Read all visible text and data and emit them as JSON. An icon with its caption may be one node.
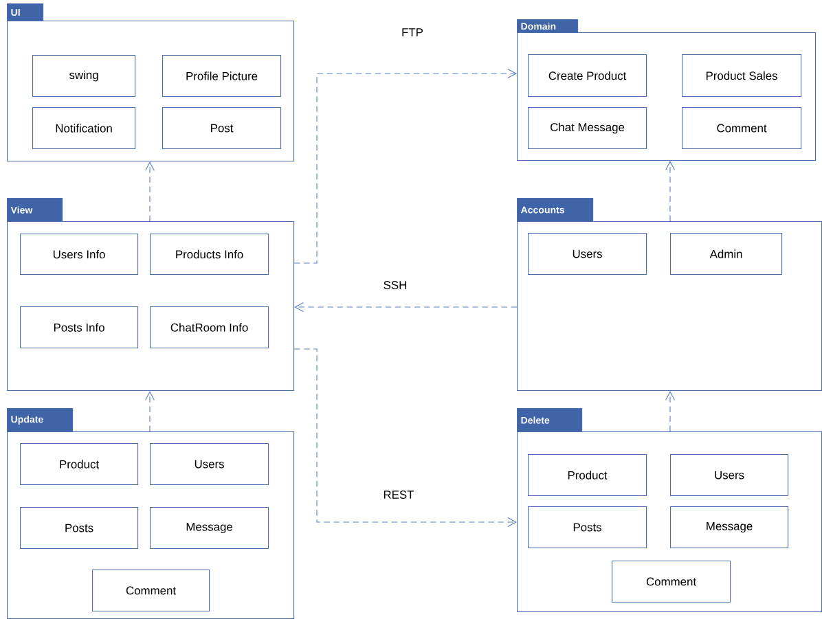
{
  "diagram": {
    "nodes": [
      {
        "text": [
          "UI"
        ]
      },
      {
        "text": [
          "swing"
        ],
        "in": 0
      },
      {
        "text": [
          "Profile Picture"
        ],
        "in": 0
      },
      {
        "text": [
          "Notification"
        ],
        "in": 0
      },
      {
        "text": [
          "Post"
        ],
        "in": 0
      },
      {
        "text": [
          "Domain"
        ]
      },
      {
        "text": [
          "Create Product"
        ],
        "in": 5
      },
      {
        "text": [
          "Product Sales"
        ],
        "in": 5
      },
      {
        "text": [
          "Chat Message"
        ],
        "in": 5
      },
      {
        "text": [
          "Comment"
        ],
        "in": 5
      },
      {
        "text": [
          "View"
        ]
      },
      {
        "text": [
          "Users Info"
        ],
        "in": 10
      },
      {
        "text": [
          "Products Info"
        ],
        "in": 10
      },
      {
        "text": [
          "Posts Info"
        ],
        "in": 10
      },
      {
        "text": [
          "ChatRoom Info"
        ],
        "in": 10
      },
      {
        "text": [
          "Accounts"
        ]
      },
      {
        "text": [
          "Users"
        ],
        "in": 15
      },
      {
        "text": [
          "Admin"
        ],
        "in": 15
      },
      {
        "text": [
          "Update"
        ]
      },
      {
        "text": [
          "Product"
        ],
        "in": 18
      },
      {
        "text": [
          "Users"
        ],
        "in": 18
      },
      {
        "text": [
          "Posts"
        ],
        "in": 18
      },
      {
        "text": [
          "Message"
        ],
        "in": 18
      },
      {
        "text": [
          "Comment"
        ],
        "in": 18
      },
      {
        "text": [
          "Delete"
        ]
      },
      {
        "text": [
          "Product"
        ],
        "in": 24
      },
      {
        "text": [
          "Users"
        ],
        "in": 24
      },
      {
        "text": [
          "Posts"
        ],
        "in": 24
      },
      {
        "text": [
          "Message"
        ],
        "in": 24
      },
      {
        "text": [
          "Comment"
        ],
        "in": 24
      }
    ],
    "edges": [
      {
        "from": 10,
        "to": 0,
        "arrow": "to",
        "style": "dashed"
      },
      {
        "from": 10,
        "to": 5,
        "arrow": "to",
        "style": "dashed",
        "label": "FTP"
      },
      {
        "from": 15,
        "to": 10,
        "arrow": "to",
        "style": "dashed",
        "label": "SSH"
      },
      {
        "from": 15,
        "to": 5,
        "arrow": "to",
        "style": "dashed"
      },
      {
        "from": 18,
        "to": 10,
        "arrow": "to",
        "style": "dashed"
      },
      {
        "from": 10,
        "to": 24,
        "arrow": "to",
        "style": "dashed",
        "label": "REST"
      },
      {
        "from": 24,
        "to": 15,
        "arrow": "to",
        "style": "dashed"
      }
    ]
  }
}
